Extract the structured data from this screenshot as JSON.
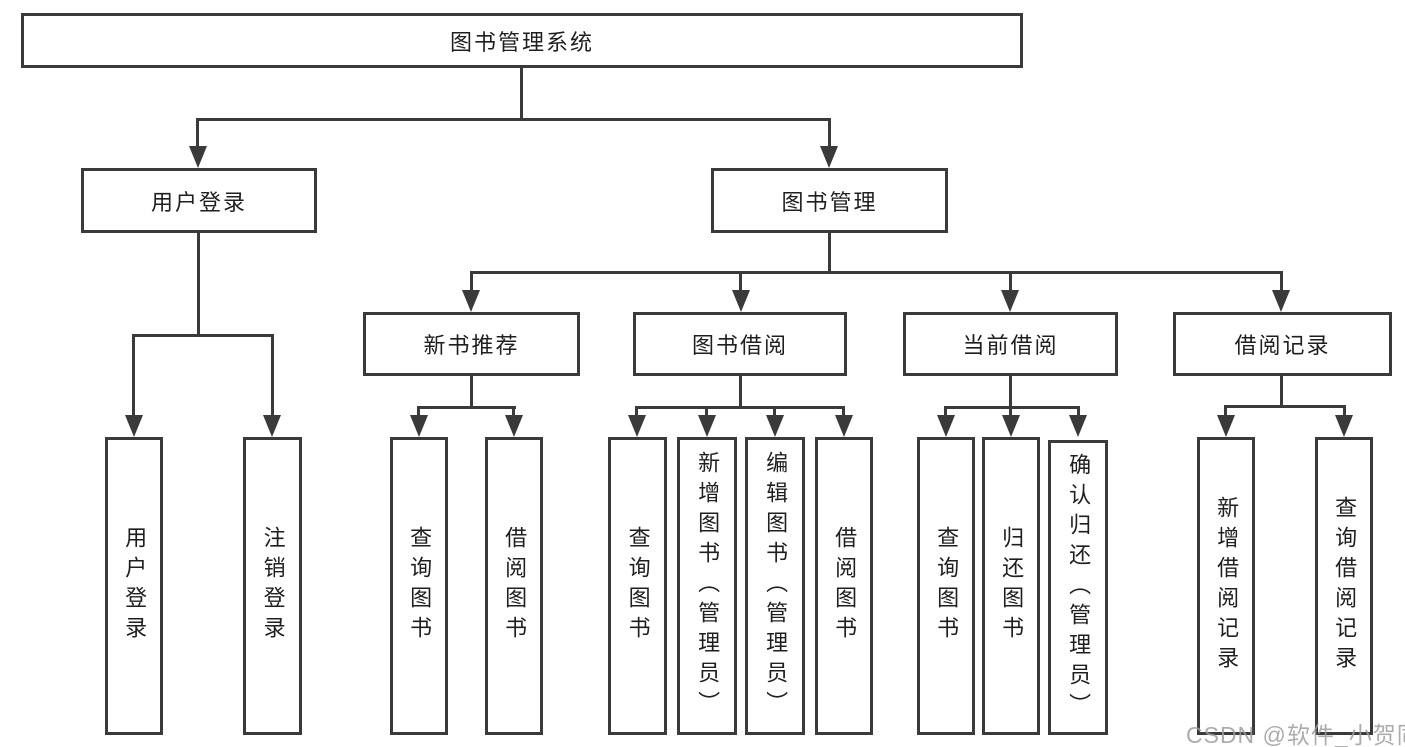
{
  "diagram": {
    "tree": {
      "root": {
        "label": "图书管理系统",
        "children": [
          {
            "label": "用户登录",
            "children": [
              {
                "label": "用户登录"
              },
              {
                "label": "注销登录"
              }
            ]
          },
          {
            "label": "图书管理",
            "children": [
              {
                "label": "新书推荐",
                "children": [
                  {
                    "label": "查询图书"
                  },
                  {
                    "label": "借阅图书"
                  }
                ]
              },
              {
                "label": "图书借阅",
                "children": [
                  {
                    "label": "查询图书"
                  },
                  {
                    "label": "新增图书（管理员）"
                  },
                  {
                    "label": "编辑图书（管理员）"
                  },
                  {
                    "label": "借阅图书"
                  }
                ]
              },
              {
                "label": "当前借阅",
                "children": [
                  {
                    "label": "查询图书"
                  },
                  {
                    "label": "归还图书"
                  },
                  {
                    "label": "确认归还（管理员）"
                  }
                ]
              },
              {
                "label": "借阅记录",
                "children": [
                  {
                    "label": "新增借阅记录"
                  },
                  {
                    "label": "查询借阅记录"
                  }
                ]
              }
            ]
          }
        ]
      }
    },
    "watermark": "CSDN @软件_小贺同学",
    "colors": {
      "line": "#3a3a3a",
      "text": "#1f1f1f",
      "watermark": "#9e9e9e",
      "background": "#ffffff"
    }
  }
}
